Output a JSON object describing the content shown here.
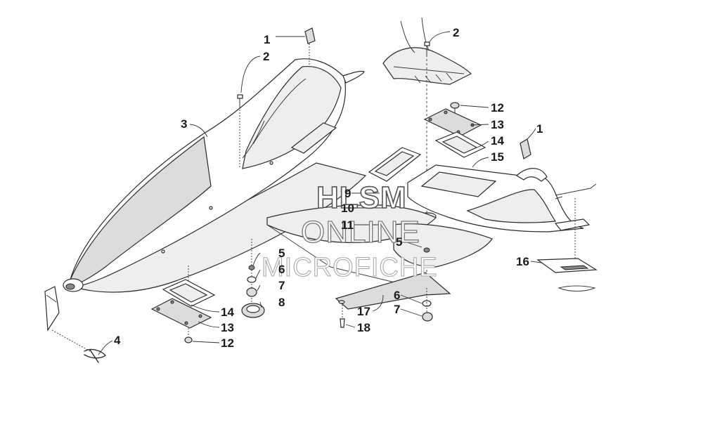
{
  "watermark": {
    "line1": "HLSM",
    "line2": "ONLINE",
    "line3": "MICROFICHE"
  },
  "callouts": [
    {
      "id": "c1a",
      "text": "1"
    },
    {
      "id": "c2a",
      "text": "2"
    },
    {
      "id": "c3",
      "text": "3"
    },
    {
      "id": "c4",
      "text": "4"
    },
    {
      "id": "c5a",
      "text": "5"
    },
    {
      "id": "c6a",
      "text": "6"
    },
    {
      "id": "c7a",
      "text": "7"
    },
    {
      "id": "c8",
      "text": "8"
    },
    {
      "id": "c14a",
      "text": "14"
    },
    {
      "id": "c13a",
      "text": "13"
    },
    {
      "id": "c12a",
      "text": "12"
    },
    {
      "id": "c2b",
      "text": "2"
    },
    {
      "id": "c12b",
      "text": "12"
    },
    {
      "id": "c13b",
      "text": "13"
    },
    {
      "id": "c14b",
      "text": "14"
    },
    {
      "id": "c15",
      "text": "15"
    },
    {
      "id": "c1b",
      "text": "1"
    },
    {
      "id": "c9",
      "text": "9"
    },
    {
      "id": "c10",
      "text": "10"
    },
    {
      "id": "c11",
      "text": "11"
    },
    {
      "id": "c5b",
      "text": "5"
    },
    {
      "id": "c16",
      "text": "16"
    },
    {
      "id": "c6b",
      "text": "6"
    },
    {
      "id": "c7b",
      "text": "7"
    },
    {
      "id": "c17",
      "text": "17"
    },
    {
      "id": "c18",
      "text": "18"
    }
  ]
}
